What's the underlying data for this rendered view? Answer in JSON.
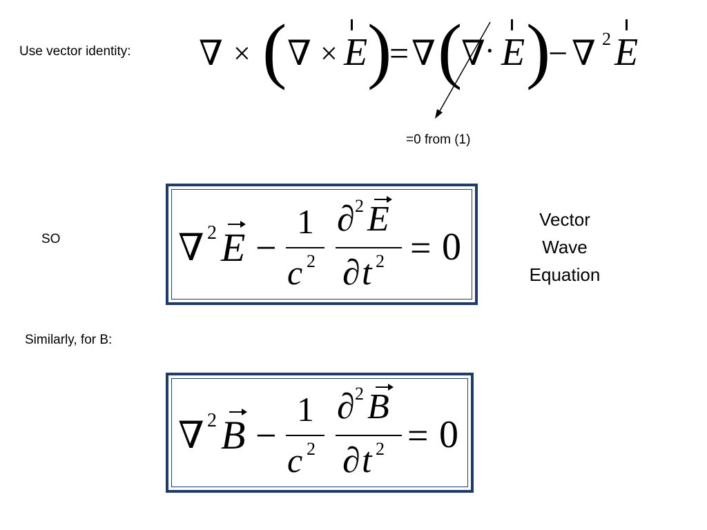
{
  "labels": {
    "use_identity": "Use vector identity:",
    "zero_note": "=0  from (1)",
    "so": "SO",
    "similarly": "Similarly, for B:",
    "vector_wave_line1": "Vector",
    "vector_wave_line2": "Wave",
    "vector_wave_line3": "Equation"
  },
  "identity": {
    "nabla": "∇",
    "times": "×",
    "lparen": "(",
    "rparen": ")",
    "field": "E",
    "equals": "=",
    "dot": "·",
    "minus": "−",
    "sq": "2"
  },
  "eq_e": {
    "nabla": "∇",
    "sq": "2",
    "field": "E",
    "minus": "−",
    "one": "1",
    "c": "c",
    "partial": "∂",
    "t": "t",
    "equals": "=",
    "zero": "0"
  },
  "eq_b": {
    "nabla": "∇",
    "sq": "2",
    "field": "B",
    "minus": "−",
    "one": "1",
    "c": "c",
    "partial": "∂",
    "t": "t",
    "equals": "=",
    "zero": "0"
  },
  "colors": {
    "box_border": "#1f3b6b"
  }
}
